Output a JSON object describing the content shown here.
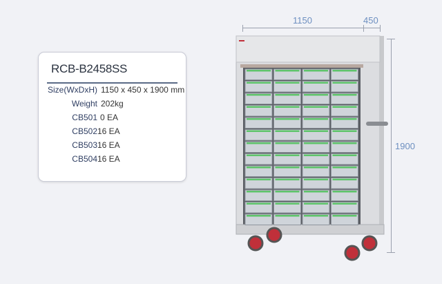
{
  "product": {
    "model": "RCB-B2458SS",
    "specs": [
      {
        "label": "Size(WxDxH)",
        "value": "1150 x 450 x 1900 mm"
      },
      {
        "label": "Weight",
        "value": "202kg"
      },
      {
        "label": "CB501",
        "value": "0  EA"
      },
      {
        "label": "CB502",
        "value": "16  EA"
      },
      {
        "label": "CB503",
        "value": "16  EA"
      },
      {
        "label": "CB504",
        "value": "16  EA"
      }
    ]
  },
  "dimensions": {
    "width": "1150",
    "depth": "450",
    "height": "1900"
  },
  "colors": {
    "accent": "#6d8fc0",
    "frame": "#d9dadc",
    "wheel": "#c0303a",
    "drawer_tab": "#5ec46a"
  }
}
